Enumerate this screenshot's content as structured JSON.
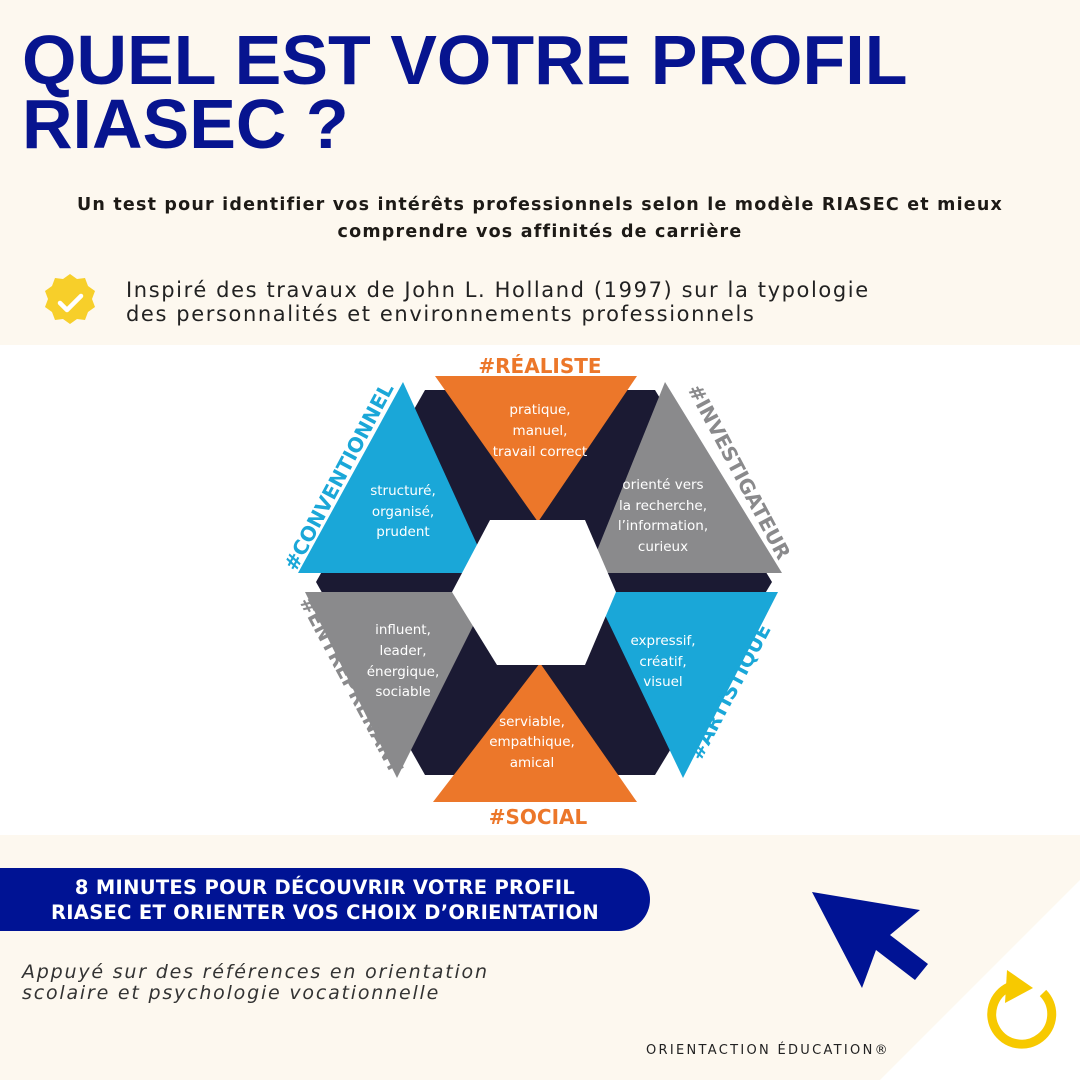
{
  "header": {
    "title_line1": "QUEL EST VOTRE PROFIL",
    "title_line2": "RIASEC ?",
    "subtitle": "Un test pour identifier vos intérêts professionnels selon le modèle RIASEC et mieux comprendre vos affinités de carrière"
  },
  "inspiration": {
    "icon": "check-badge-icon",
    "line1": "Inspiré des travaux de John L. Holland (1997) sur la typologie",
    "line2": "des personnalités et environnements professionnels"
  },
  "diagram": {
    "realiste": {
      "label": "#RÉALISTE",
      "lines": [
        "pratique,",
        "manuel,",
        "travail correct"
      ]
    },
    "investigateur": {
      "label": "#INVESTIGATEUR",
      "lines": [
        "orienté vers",
        "la recherche,",
        "l’information,",
        "curieux"
      ]
    },
    "artistique": {
      "label": "#ARTISTIQUE",
      "lines": [
        "expressif,",
        "créatif,",
        "visuel"
      ]
    },
    "social": {
      "label": "#SOCIAL",
      "lines": [
        "serviable,",
        "empathique,",
        "amical"
      ]
    },
    "entreprenant": {
      "label": "#ENTREPRENANT",
      "lines": [
        "influent,",
        "leader,",
        "énergique,",
        "sociable"
      ]
    },
    "conventionnel": {
      "label": "#CONVENTIONNEL",
      "lines": [
        "structuré,",
        "organisé,",
        "prudent"
      ]
    },
    "colors": {
      "orange": "#ec772a",
      "gray": "#8a8a8c",
      "blue": "#1aa7d8",
      "dark": "#1b1a33"
    }
  },
  "cta": {
    "line1": "8 MINUTES POUR DÉCOUVRIR VOTRE PROFIL",
    "line2": "RIASEC ET ORIENTER VOS CHOIX D’ORIENTATION"
  },
  "reference": {
    "line1": "Appuyé sur des références en orientation",
    "line2": "scolaire et psychologie vocationnelle"
  },
  "footer": {
    "brand": "ORIENTACTION ÉDUCATION®"
  },
  "colors": {
    "navy": "#07148f",
    "yellow": "#f7c900",
    "cream": "#fdf8ef"
  }
}
